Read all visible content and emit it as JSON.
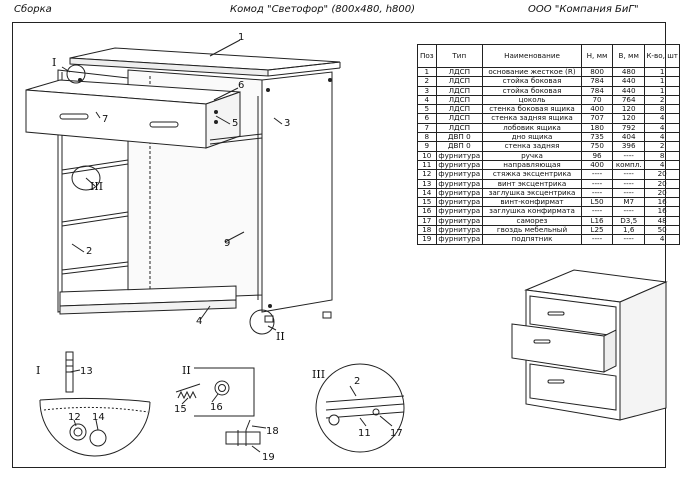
{
  "header": {
    "left": "Сборка",
    "center": "Комод \"Светофор\"  (800х480, h800)",
    "right": "ООО \"Компания БиГ\""
  },
  "callouts": {
    "p1": "1",
    "p2": "2",
    "p3": "3",
    "p4": "4",
    "p5": "5",
    "p6": "6",
    "p7": "7",
    "p9": "9",
    "d2": "2",
    "d11": "11",
    "d12": "12",
    "d13": "13",
    "d14": "14",
    "d15": "15",
    "d16": "16",
    "d17": "17",
    "d18": "18",
    "d19": "19"
  },
  "views": {
    "main_I": "I",
    "main_III": "III",
    "main_II": "II",
    "det_I": "I",
    "det_II": "II",
    "det_III": "III"
  },
  "table": {
    "headers": [
      "Поз",
      "Тип",
      "Наименование",
      "H, мм",
      "B, мм",
      "К-во, шт"
    ],
    "rows": [
      [
        "1",
        "ЛДСП",
        "основание жесткое (R)",
        "800",
        "480",
        "1"
      ],
      [
        "2",
        "ЛДСП",
        "стойка боковая",
        "784",
        "440",
        "1"
      ],
      [
        "3",
        "ЛДСП",
        "стойка боковая",
        "784",
        "440",
        "1"
      ],
      [
        "4",
        "ЛДСП",
        "цоколь",
        "70",
        "764",
        "2"
      ],
      [
        "5",
        "ЛДСП",
        "стенка боковая ящика",
        "400",
        "120",
        "8"
      ],
      [
        "6",
        "ЛДСП",
        "стенка задняя ящика",
        "707",
        "120",
        "4"
      ],
      [
        "7",
        "ЛДСП",
        "лобовик ящика",
        "180",
        "792",
        "4"
      ],
      [
        "8",
        "ДВП 0",
        "дно ящика",
        "735",
        "404",
        "4"
      ],
      [
        "9",
        "ДВП 0",
        "стенка задняя",
        "750",
        "396",
        "2"
      ],
      [
        "10",
        "фурнитура",
        "ручка",
        "96",
        "----",
        "8"
      ],
      [
        "11",
        "фурнитура",
        "направляющая",
        "400",
        "компл.",
        "4"
      ],
      [
        "12",
        "фурнитура",
        "стяжка эксцентрика",
        "----",
        "----",
        "20"
      ],
      [
        "13",
        "фурнитура",
        "винт эксцентрика",
        "----",
        "----",
        "20"
      ],
      [
        "14",
        "фурнитура",
        "заглушка эксцентрика",
        "----",
        "----",
        "20"
      ],
      [
        "15",
        "фурнитура",
        "винт-конфирмат",
        "L50",
        "M7",
        "16"
      ],
      [
        "16",
        "фурнитура",
        "заглушка конфирмата",
        "----",
        "----",
        "16"
      ],
      [
        "17",
        "фурнитура",
        "саморез",
        "L16",
        "D3,5",
        "48"
      ],
      [
        "18",
        "фурнитура",
        "гвоздь мебельный",
        "L25",
        "1,6",
        "50"
      ],
      [
        "19",
        "фурнитура",
        "подпятник",
        "----",
        "----",
        "4"
      ]
    ]
  }
}
